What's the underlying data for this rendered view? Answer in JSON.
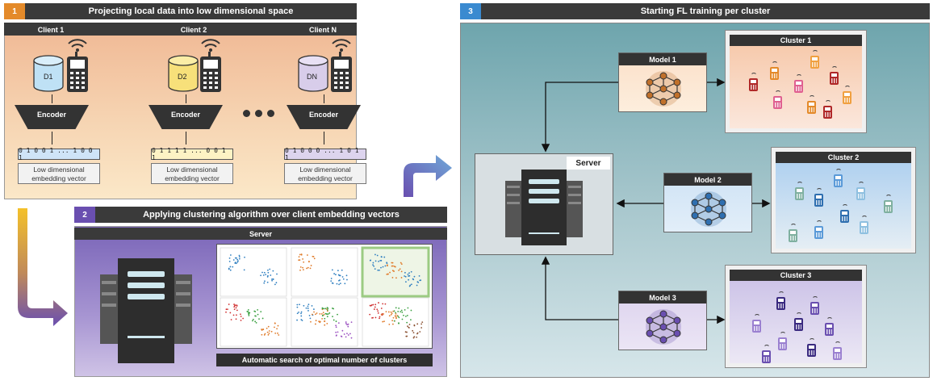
{
  "section1": {
    "number": "1",
    "title": "Projecting local data into low dimensional space",
    "clients": [
      {
        "label": "Client 1",
        "data": "D1",
        "bits": "0 1 0 0 1 ... 1 0 0 1",
        "color": "#bfe1f5",
        "bits_bg": "#cfe4f7"
      },
      {
        "label": "Client 2",
        "data": "D2",
        "bits": "0 1 1 1 1 ... 0 0 1 1",
        "color": "#f7e07a",
        "bits_bg": "#fdf3c4"
      },
      {
        "label": "Client N",
        "data": "DN",
        "bits": "0 1 0 0 0 ... 1 0 1 1",
        "color": "#d8cdea",
        "bits_bg": "#ddd4ee"
      }
    ],
    "encoder_label": "Encoder",
    "embedding_label_1": "Low dimensional",
    "embedding_label_2": "embedding vector",
    "accent": "#e48a2a"
  },
  "section2": {
    "number": "2",
    "title": "Applying clustering algorithm over client embedding vectors",
    "server_label": "Server",
    "caption": "Automatic search of optimal number of clusters",
    "accent": "#6a4fb0"
  },
  "section3": {
    "number": "3",
    "title": "Starting FL training per cluster",
    "server_label": "Server",
    "models": [
      {
        "label": "Model 1",
        "color": "#c0702a",
        "bg": "#fbe0c9"
      },
      {
        "label": "Model 2",
        "color": "#2f6fb0",
        "bg": "#cfe3f5"
      },
      {
        "label": "Model 3",
        "color": "#6a4fb0",
        "bg": "#ddd3ee"
      }
    ],
    "clusters": [
      {
        "label": "Cluster 1"
      },
      {
        "label": "Cluster 2"
      },
      {
        "label": "Cluster 3"
      }
    ],
    "accent": "#3a8ad0"
  }
}
